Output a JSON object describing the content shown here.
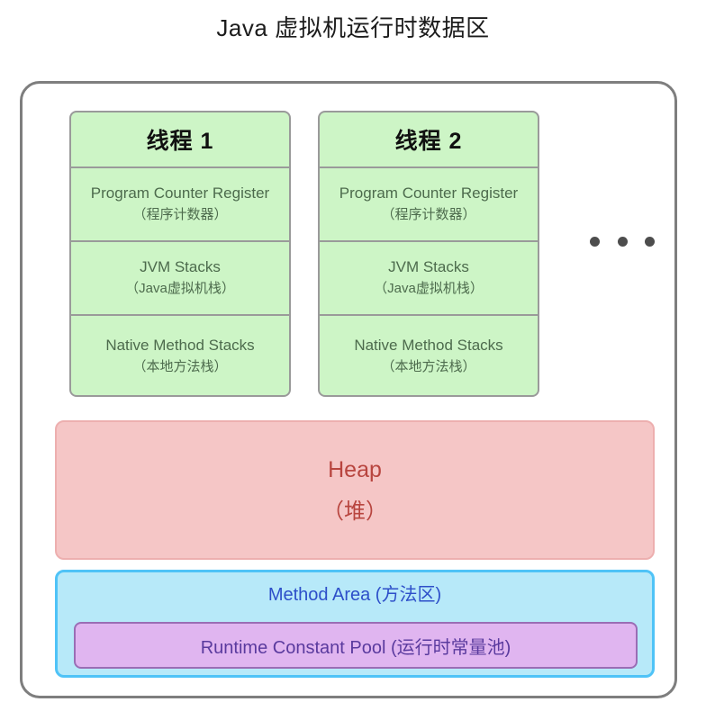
{
  "title": "Java 虚拟机运行时数据区",
  "colors": {
    "container_border": "#7e7e7e",
    "thread_fill": "#cdf5c6",
    "thread_border": "#9a9a9a",
    "thread_text": "#4d6b4d",
    "heap_fill": "#f5c6c6",
    "heap_border": "#edafaf",
    "heap_text": "#b8453f",
    "method_area_fill": "#b7e9f9",
    "method_area_border": "#4fc3f7",
    "method_area_text": "#2d4fc9",
    "constant_pool_fill": "#e0b5f0",
    "constant_pool_border": "#9a6db5",
    "constant_pool_text": "#5a3a9e",
    "ellipsis_dot": "#4d4d4d"
  },
  "threads": [
    {
      "header": "线程 1",
      "rows": [
        {
          "en": "Program Counter Register",
          "cn": "（程序计数器）"
        },
        {
          "en": "JVM Stacks",
          "cn": "（Java虚拟机栈）"
        },
        {
          "en": "Native Method Stacks",
          "cn": "（本地方法栈）"
        }
      ]
    },
    {
      "header": "线程 2",
      "rows": [
        {
          "en": "Program Counter Register",
          "cn": "（程序计数器）"
        },
        {
          "en": "JVM Stacks",
          "cn": "（Java虚拟机栈）"
        },
        {
          "en": "Native Method Stacks",
          "cn": "（本地方法栈）"
        }
      ]
    }
  ],
  "ellipsis": "• • •",
  "heap": {
    "en": "Heap",
    "cn": "（堆）"
  },
  "method_area": {
    "title": "Method Area (方法区)",
    "constant_pool": "Runtime Constant Pool (运行时常量池)"
  }
}
